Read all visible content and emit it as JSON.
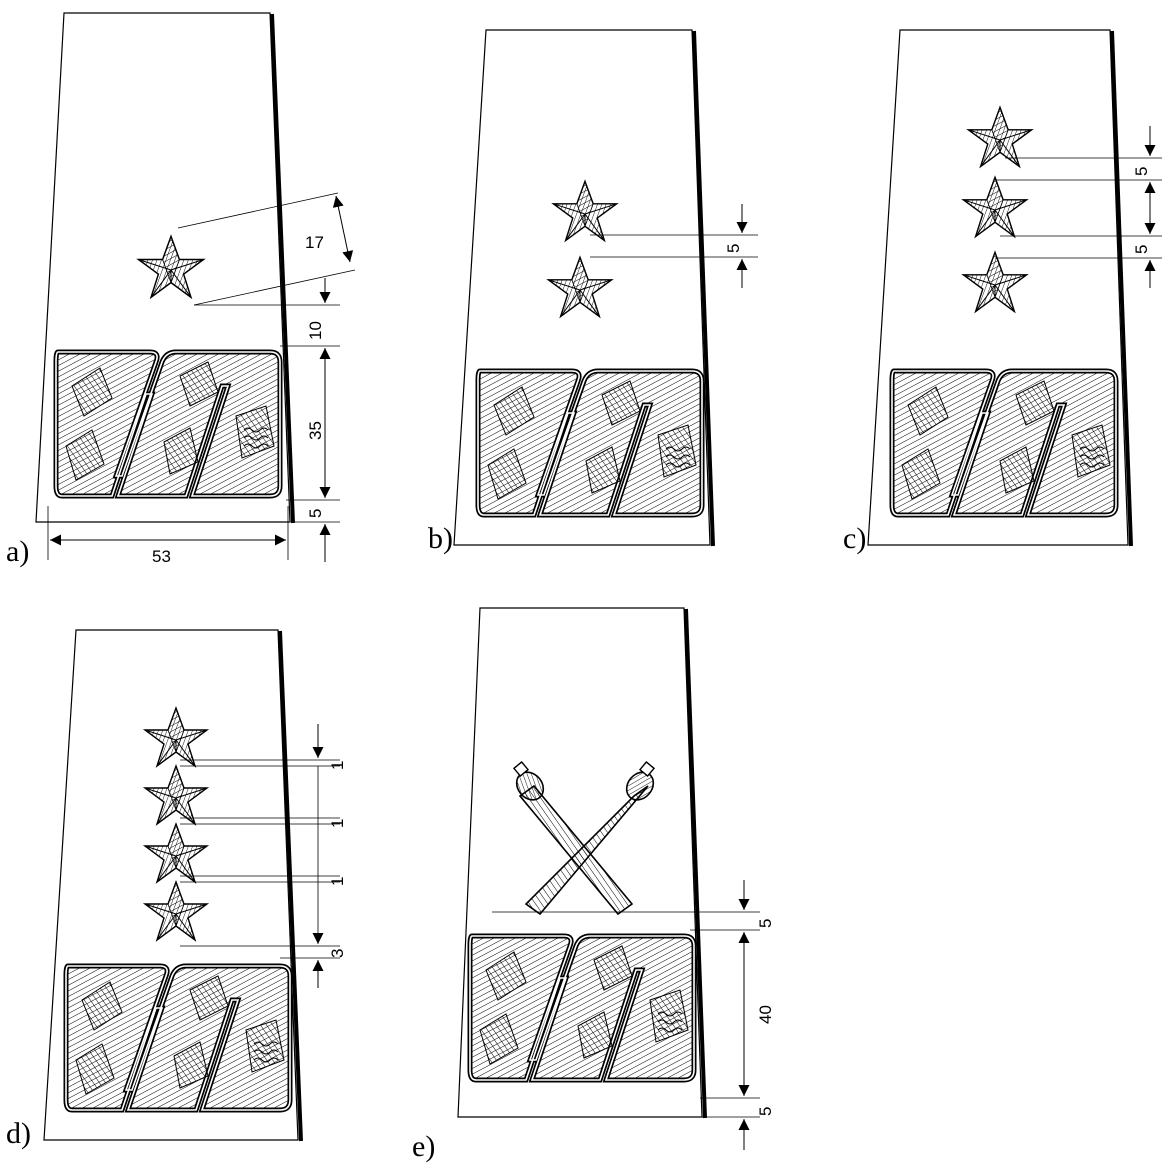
{
  "figure": {
    "panels": [
      {
        "id": "a",
        "label": "a)",
        "stars": 1,
        "emblem": "star",
        "dimensions": {
          "star_size": "17",
          "star_to_embroidery": "10",
          "embroidery_height": "35",
          "bottom_margin": "5",
          "width": "53"
        }
      },
      {
        "id": "b",
        "label": "b)",
        "stars": 2,
        "emblem": "star",
        "dimensions": {
          "star_gap": "5"
        }
      },
      {
        "id": "c",
        "label": "c)",
        "stars": 3,
        "emblem": "star",
        "dimensions": {
          "star_gap_1": "5",
          "star_gap_2": "5"
        }
      },
      {
        "id": "d",
        "label": "d)",
        "stars": 4,
        "emblem": "star",
        "dimensions": {
          "star_gap_1": "1",
          "star_gap_2": "1",
          "star_gap_3": "1",
          "star_to_embroidery": "3"
        }
      },
      {
        "id": "e",
        "label": "e)",
        "stars": 0,
        "emblem": "crossed-batons",
        "dimensions": {
          "batons_to_embroidery": "5",
          "embroidery_height": "40",
          "bottom_margin": "5"
        }
      }
    ]
  }
}
